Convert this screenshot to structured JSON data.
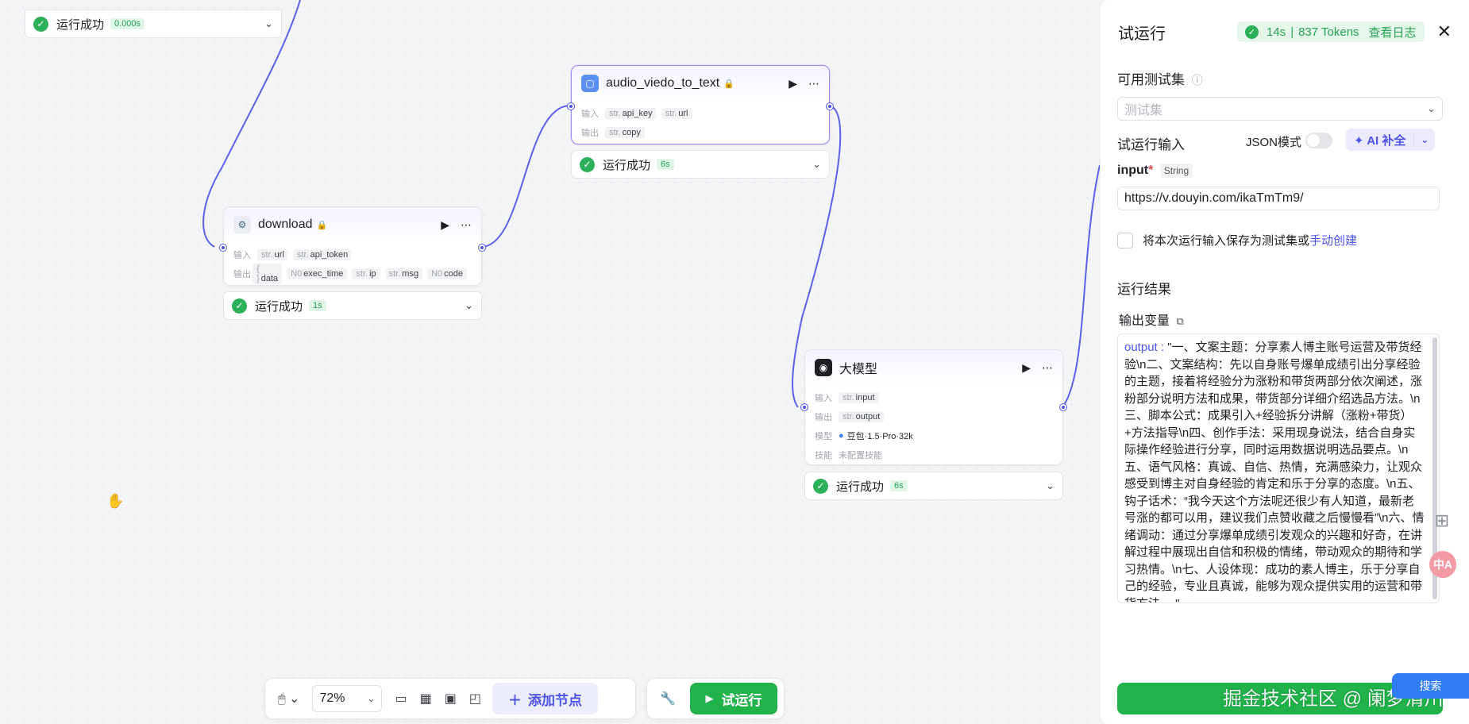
{
  "canvas": {
    "top_status": {
      "label": "运行成功",
      "duration": "0.000s"
    },
    "nodes": {
      "audio": {
        "title": "audio_viedo_to_text",
        "inputs_label": "输入",
        "inputs": [
          {
            "type": "str.",
            "name": "api_key"
          },
          {
            "type": "str.",
            "name": "url"
          }
        ],
        "outputs_label": "输出",
        "outputs": [
          {
            "type": "str.",
            "name": "copy"
          }
        ],
        "status": {
          "label": "运行成功",
          "duration": "6s"
        }
      },
      "download": {
        "title": "download",
        "inputs_label": "输入",
        "inputs": [
          {
            "type": "str.",
            "name": "url"
          },
          {
            "type": "str.",
            "name": "api_token"
          }
        ],
        "outputs_label": "输出",
        "outputs": [
          {
            "type": "{ }",
            "name": "data"
          },
          {
            "type": "N0",
            "name": "exec_time"
          },
          {
            "type": "str.",
            "name": "ip"
          },
          {
            "type": "str.",
            "name": "msg"
          },
          {
            "type": "N0",
            "name": "code"
          }
        ],
        "status": {
          "label": "运行成功",
          "duration": "1s"
        }
      },
      "llm": {
        "title": "大模型",
        "inputs_label": "输入",
        "inputs": [
          {
            "type": "str.",
            "name": "input"
          }
        ],
        "outputs_label": "输出",
        "outputs": [
          {
            "type": "str.",
            "name": "output"
          }
        ],
        "model_label": "模型",
        "model": "豆包·1.5·Pro·32k",
        "skill_label": "技能",
        "skill": "未配置技能",
        "status": {
          "label": "运行成功",
          "duration": "6s"
        }
      }
    }
  },
  "toolbar": {
    "zoom": "72%",
    "add_node": "添加节点",
    "run": "试运行"
  },
  "panel": {
    "title": "试运行",
    "run_info": {
      "time": "14s",
      "tokens": "837 Tokens",
      "log": "查看日志"
    },
    "test_set_label": "可用测试集",
    "test_set_placeholder": "测试集",
    "run_input_label": "试运行输入",
    "json_mode": "JSON模式",
    "ai_fill": "AI 补全",
    "input_name": "input",
    "input_required": "*",
    "input_type": "String",
    "input_value": "https://v.douyin.com/ikaTmTm9/",
    "save_text": "将本次运行输入保存为测试集或",
    "save_link": "手动创建",
    "result_label": "运行结果",
    "output_var_label": "输出变量",
    "output_key": "output",
    "output_value": "\"一、文案主题：分享素人博主账号运营及带货经验\\n二、文案结构：先以自身账号爆单成绩引出分享经验的主题，接着将经验分为涨粉和带货两部分依次阐述，涨粉部分说明方法和成果，带货部分详细介绍选品方法。\\n三、脚本公式：成果引入+经验拆分讲解（涨粉+带货）+方法指导\\n四、创作手法：采用现身说法，结合自身实际操作经验进行分享，同时运用数据说明选品要点。\\n五、语气风格：真诚、自信、热情，充满感染力，让观众感受到博主对自身经验的肯定和乐于分享的态度。\\n五、钩子话术：“我今天这个方法呢还很少有人知道，最新老号涨的都可以用，建议我们点赞收藏之后慢慢看”\\n六、情绪调动：通过分享爆单成绩引发观众的兴趣和好奇，在讲解过程中展现出自信和积极的情绪，带动观众的期待和学习热情。\\n七、人设体现：成功的素人博主，乐于分享自己的经验，专业且真诚，能够为观众提供实用的运营和带货方法。 \"",
    "watermark": "掘金技术社区 @ 阑梦清川",
    "side_tag": "搜索"
  }
}
